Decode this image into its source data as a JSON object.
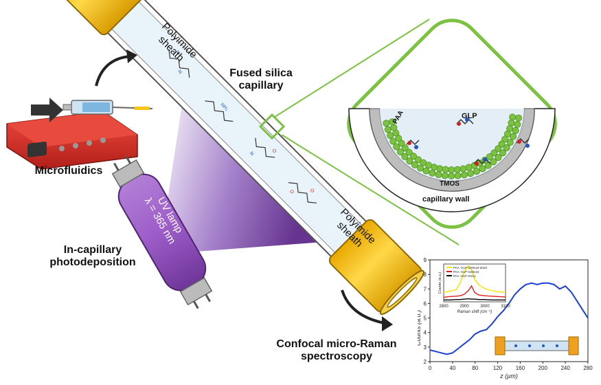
{
  "labels": {
    "microfluidics": "Microfluidics",
    "photodeposition_1": "In-capillary",
    "photodeposition_2": "photodeposition",
    "uv_lamp_1": "UV lamp",
    "uv_lamp_2": "λ = 365 nm",
    "fused_silica_1": "Fused silica",
    "fused_silica_2": "capillary",
    "sheath_top_1": "Polyimide",
    "sheath_top_2": "sheath",
    "sheath_bottom_1": "Polyimide",
    "sheath_bottom_2": "sheath",
    "raman_1": "Confocal micro-Raman",
    "raman_2": "spectroscopy"
  },
  "zoom": {
    "paa": "PAA",
    "glp": "GLP",
    "tmos": "TMOS",
    "wall": "capillary wall"
  },
  "colors": {
    "sheath": "#f5c518",
    "green": "#7cc242",
    "purple": "#7b3fa0",
    "red_pump": "#d9302a",
    "blue_curve": "#1a3fd6"
  },
  "chart_data": [
    {
      "type": "line",
      "xlabel": "z (µm)",
      "ylabel": "Counts (a.u.)",
      "xlim": [
        0,
        280
      ],
      "ylim": [
        2,
        9
      ],
      "xticks": [
        "0",
        "40",
        "80",
        "120",
        "160",
        "200",
        "240",
        "280"
      ],
      "yticks": [
        "2",
        "3",
        "4",
        "5",
        "6",
        "7",
        "8",
        "9"
      ],
      "x": [
        0,
        10,
        20,
        30,
        40,
        50,
        60,
        70,
        80,
        90,
        100,
        110,
        120,
        130,
        140,
        150,
        160,
        170,
        180,
        190,
        200,
        210,
        220,
        230,
        240,
        250,
        260,
        270,
        280
      ],
      "series": [
        {
          "color": "#1a3fd6",
          "values": [
            2.8,
            2.7,
            2.6,
            2.5,
            2.6,
            2.9,
            3.2,
            3.5,
            3.9,
            4.1,
            4.2,
            4.6,
            5.1,
            5.5,
            6.0,
            6.6,
            7.0,
            7.3,
            7.4,
            7.3,
            7.4,
            7.4,
            7.3,
            7.0,
            7.2,
            6.8,
            6.2,
            5.6,
            5.0
          ]
        }
      ]
    },
    {
      "type": "line",
      "xlabel": "Raman shift (cm⁻¹)",
      "ylabel": "Counts (a.u.)",
      "xlim": [
        2800,
        3100
      ],
      "xticks": [
        "2800",
        "2900",
        "3000",
        "3100"
      ],
      "x": [
        2800,
        2830,
        2860,
        2880,
        2900,
        2920,
        2935,
        2950,
        2970,
        3000,
        3030,
        3060,
        3100
      ],
      "series": [
        {
          "name": "PAA -GLP-G20x10-dried",
          "color": "#f2e200",
          "values": [
            0.25,
            0.28,
            0.32,
            0.5,
            0.8,
            0.95,
            0.85,
            0.6,
            0.45,
            0.35,
            0.3,
            0.27,
            0.25
          ]
        },
        {
          "name": "PAA -GLP-G20x10",
          "color": "#e01b1b",
          "values": [
            0.12,
            0.14,
            0.15,
            0.16,
            0.2,
            0.3,
            0.42,
            0.25,
            0.18,
            0.16,
            0.15,
            0.14,
            0.13
          ]
        },
        {
          "name": "PAA -GLP-G2x1",
          "color": "#000000",
          "values": [
            0.05,
            0.05,
            0.06,
            0.06,
            0.07,
            0.08,
            0.07,
            0.07,
            0.06,
            0.06,
            0.05,
            0.05,
            0.05
          ]
        }
      ]
    }
  ]
}
